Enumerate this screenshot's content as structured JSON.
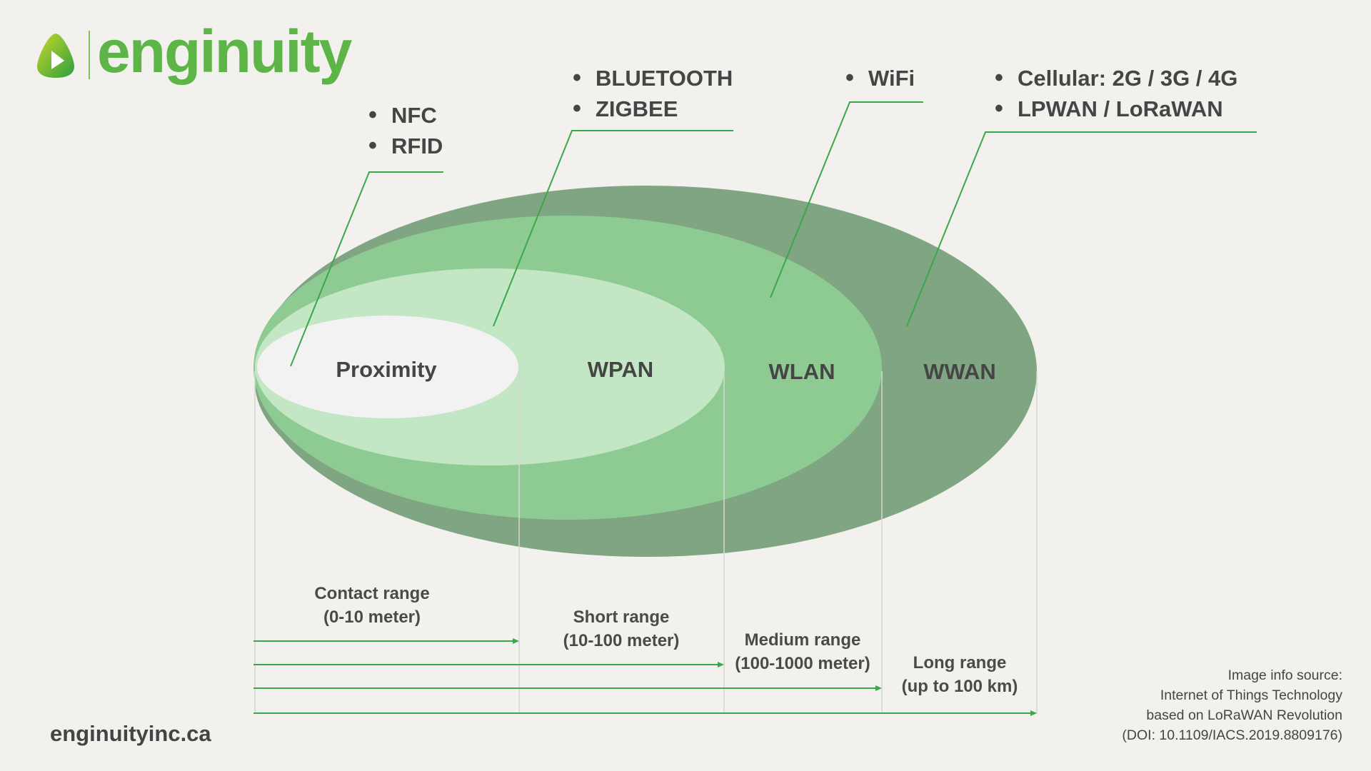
{
  "brand": {
    "name": "enginuity",
    "website": "enginuityinc.ca"
  },
  "zones": [
    {
      "id": "proximity",
      "label": "Proximity",
      "technologies": [
        "NFC",
        "RFID"
      ],
      "range_label": "Contact range",
      "range_value": "(0-10 meter)",
      "color": "#f2f2f2"
    },
    {
      "id": "wpan",
      "label": "WPAN",
      "technologies": [
        "BLUETOOTH",
        "ZIGBEE"
      ],
      "range_label": "Short range",
      "range_value": "(10-100 meter)",
      "color": "#c3e6c4"
    },
    {
      "id": "wlan",
      "label": "WLAN",
      "technologies": [
        "WiFi"
      ],
      "range_label": "Medium range",
      "range_value": "(100-1000 meter)",
      "color": "#8dcb93"
    },
    {
      "id": "wwan",
      "label": "WWAN",
      "technologies": [
        "Cellular: 2G / 3G / 4G",
        "LPWAN / LoRaWAN"
      ],
      "range_label": "Long range",
      "range_value": "(up to 100 km)",
      "color": "#7fa582"
    }
  ],
  "source": {
    "line1": "Image info source:",
    "line2": "Internet of Things Technology",
    "line3": "based on LoRaWAN Revolution",
    "line4": "(DOI: 10.1109/IACS.2019.8809176)"
  },
  "colors": {
    "background": "#f3f1ed",
    "accent": "#3aa84a",
    "shadow": "#7a9f7c",
    "text": "#454545"
  }
}
